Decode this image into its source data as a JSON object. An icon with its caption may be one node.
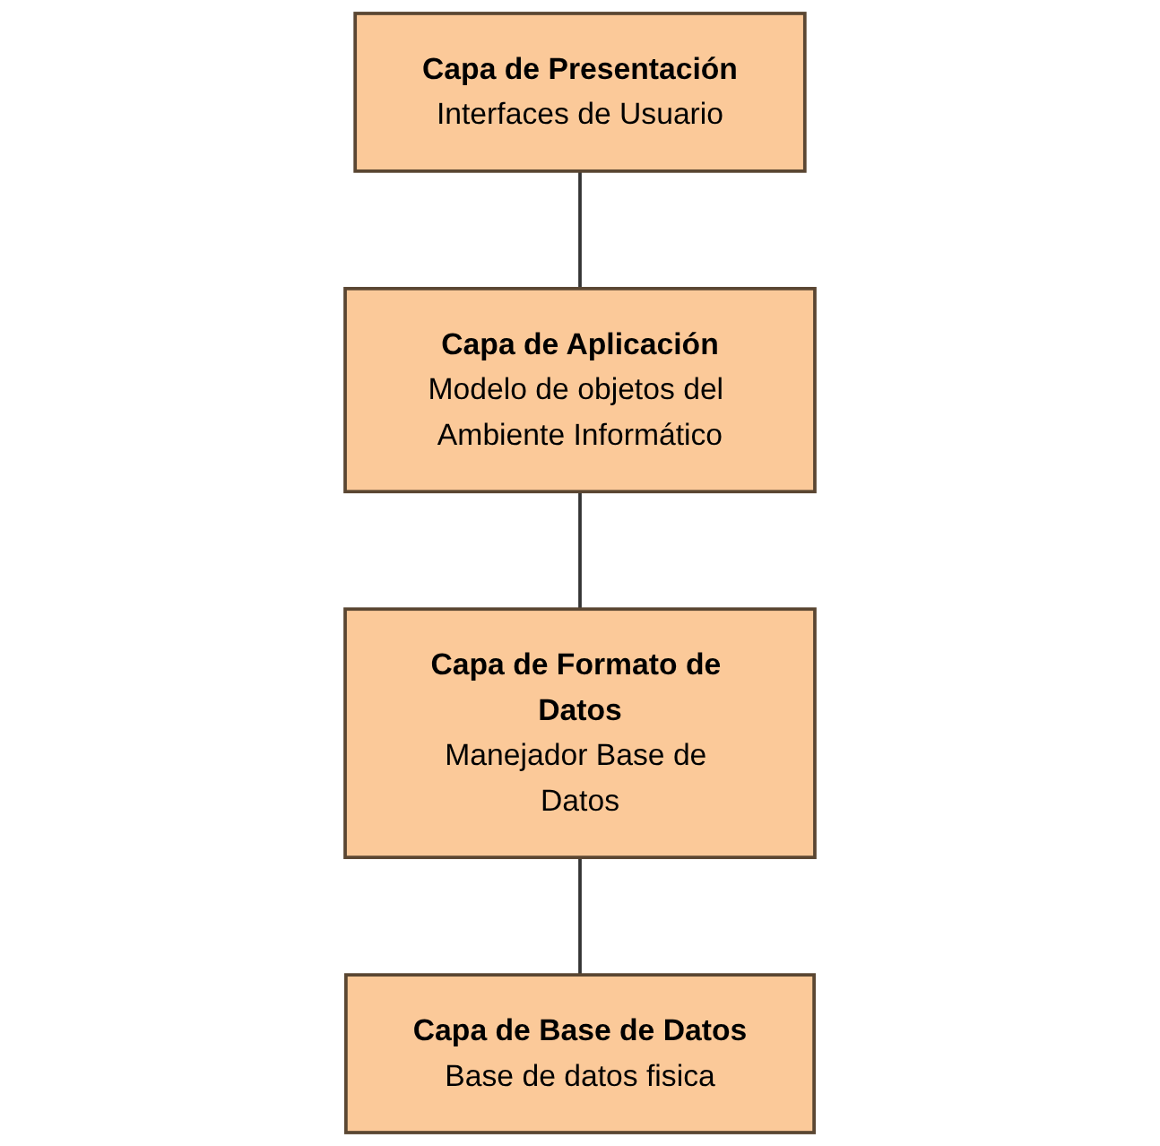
{
  "diagram": {
    "nodes": [
      {
        "text": [
          "Capa de Presentación",
          "Interfaces de Usuario"
        ]
      },
      {
        "text": [
          "Capa de Aplicación",
          "Modelo de objetos del Ambiente Informático"
        ]
      },
      {
        "text": [
          "Capa de Formato de Datos",
          "Manejador Base de Datos"
        ]
      },
      {
        "text": [
          "Capa de Base de Datos",
          "Base de datos fisica"
        ]
      }
    ],
    "edges": [
      {
        "from": 0,
        "to": 1,
        "arrow": "none"
      },
      {
        "from": 1,
        "to": 2,
        "arrow": "none"
      },
      {
        "from": 2,
        "to": 3,
        "arrow": "none"
      }
    ]
  }
}
